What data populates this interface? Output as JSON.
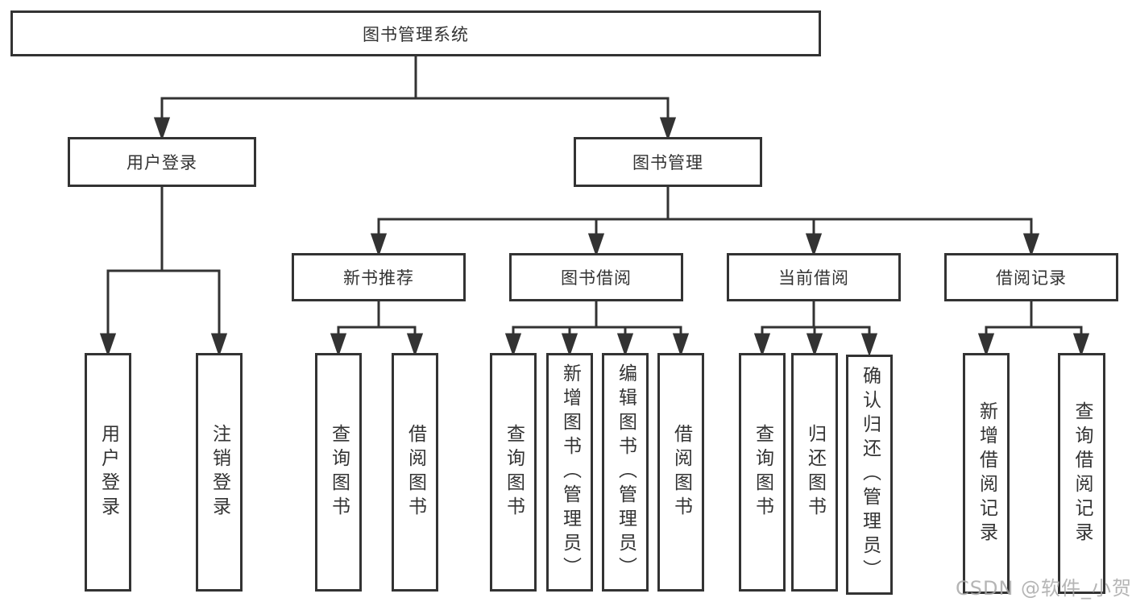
{
  "diagram_title": "图书管理系统",
  "tree": {
    "root": {
      "label": "图书管理系统"
    },
    "branches": [
      {
        "label": "用户登录",
        "children": [
          {
            "label": "用户登录"
          },
          {
            "label": "注销登录"
          }
        ]
      },
      {
        "label": "图书管理",
        "children": [
          {
            "label": "新书推荐",
            "children": [
              {
                "label": "查询图书"
              },
              {
                "label": "借阅图书"
              }
            ]
          },
          {
            "label": "图书借阅",
            "children": [
              {
                "label": "查询图书"
              },
              {
                "label": "新增图书（管理员）"
              },
              {
                "label": "编辑图书（管理员）"
              },
              {
                "label": "借阅图书"
              }
            ]
          },
          {
            "label": "当前借阅",
            "children": [
              {
                "label": "查询图书"
              },
              {
                "label": "归还图书"
              },
              {
                "label": "确认归还（管理员）"
              }
            ]
          },
          {
            "label": "借阅记录",
            "children": [
              {
                "label": "新增借阅记录"
              },
              {
                "label": "查询借阅记录"
              }
            ]
          }
        ]
      }
    ]
  },
  "watermark": {
    "text": "CSDN @软件_小贺同学",
    "color": "#a8a8a8"
  },
  "colors": {
    "line": "#333333",
    "box_background": "#ffffff",
    "page_background": "#ffffff"
  }
}
